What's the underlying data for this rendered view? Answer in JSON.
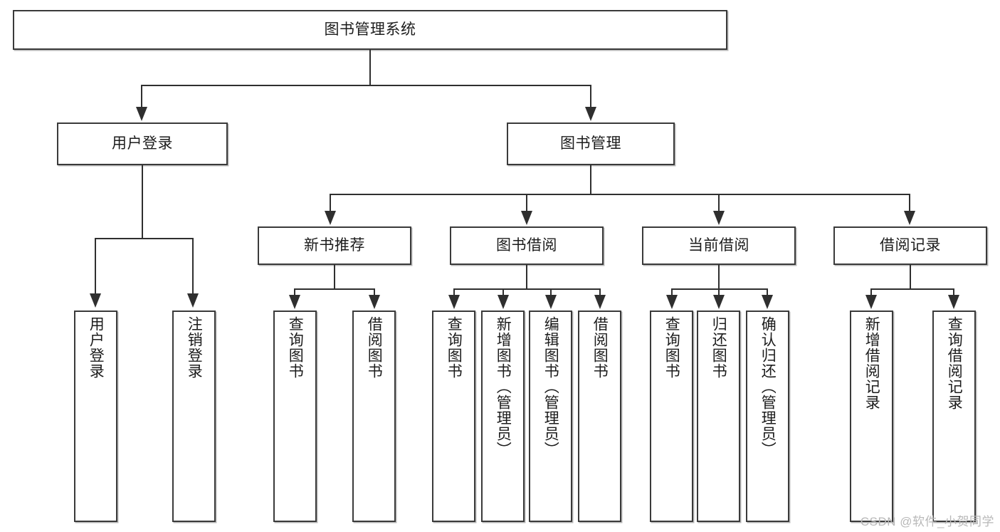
{
  "diagram": {
    "title": "图书管理系统",
    "type": "tree-hierarchy-flowchart",
    "root": {
      "label": "图书管理系统"
    },
    "level2": [
      {
        "label": "用户登录"
      },
      {
        "label": "图书管理"
      }
    ],
    "level3": [
      {
        "label": "新书推荐"
      },
      {
        "label": "图书借阅"
      },
      {
        "label": "当前借阅"
      },
      {
        "label": "借阅记录"
      }
    ],
    "leaves": {
      "user_login": [
        {
          "label": "用户登录"
        },
        {
          "label": "注销登录"
        }
      ],
      "new_book_recommend": [
        {
          "label": "查询图书"
        },
        {
          "label": "借阅图书"
        }
      ],
      "book_borrow": [
        {
          "label": "查询图书"
        },
        {
          "label": "新增图书（管理员）"
        },
        {
          "label": "编辑图书（管理员）"
        },
        {
          "label": "借阅图书"
        }
      ],
      "current_borrow": [
        {
          "label": "查询图书"
        },
        {
          "label": "归还图书"
        },
        {
          "label": "确认归还（管理员）"
        }
      ],
      "borrow_record": [
        {
          "label": "新增借阅记录"
        },
        {
          "label": "查询借阅记录"
        }
      ]
    }
  },
  "watermark": {
    "text": "CSDN @软件_小贺同学"
  },
  "colors": {
    "border": "#3a3a3a",
    "connector": "#2f2f2f",
    "text": "#1c1c1c",
    "background": "#ffffff",
    "watermark": "#b8b8b8"
  }
}
